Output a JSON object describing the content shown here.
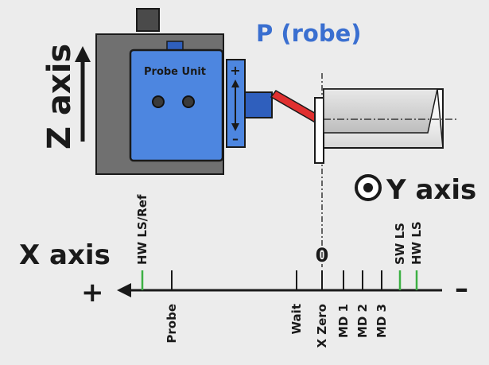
{
  "title": "P (robe)",
  "probe_unit": {
    "label": "Probe Unit",
    "plus": "+",
    "minus": "–"
  },
  "axes": {
    "z_label": "Z axis",
    "y_label": "Y axis",
    "x_label": "X axis",
    "x_plus": "+",
    "x_minus": "–",
    "zero_label": "0"
  },
  "x_ticks": [
    {
      "label": "HW LS/Ref",
      "side": "top",
      "limit": true
    },
    {
      "label": "Probe",
      "side": "bottom",
      "limit": false
    },
    {
      "label": "Wait",
      "side": "bottom",
      "limit": false
    },
    {
      "label": "X Zero",
      "side": "bottom",
      "limit": false
    },
    {
      "label": "MD 1",
      "side": "bottom",
      "limit": false
    },
    {
      "label": "MD 2",
      "side": "bottom",
      "limit": false
    },
    {
      "label": "MD 3",
      "side": "bottom",
      "limit": false
    },
    {
      "label": "SW LS",
      "side": "top",
      "limit": true
    },
    {
      "label": "HW LS",
      "side": "top",
      "limit": true
    }
  ],
  "colors": {
    "title": "#3a6fd0",
    "unit_body": "#4d86e0",
    "unit_housing": "#6e6e6e",
    "probe_tip": "#e03030",
    "limit_tick": "#3cb043",
    "ink": "#1a1a1a"
  }
}
